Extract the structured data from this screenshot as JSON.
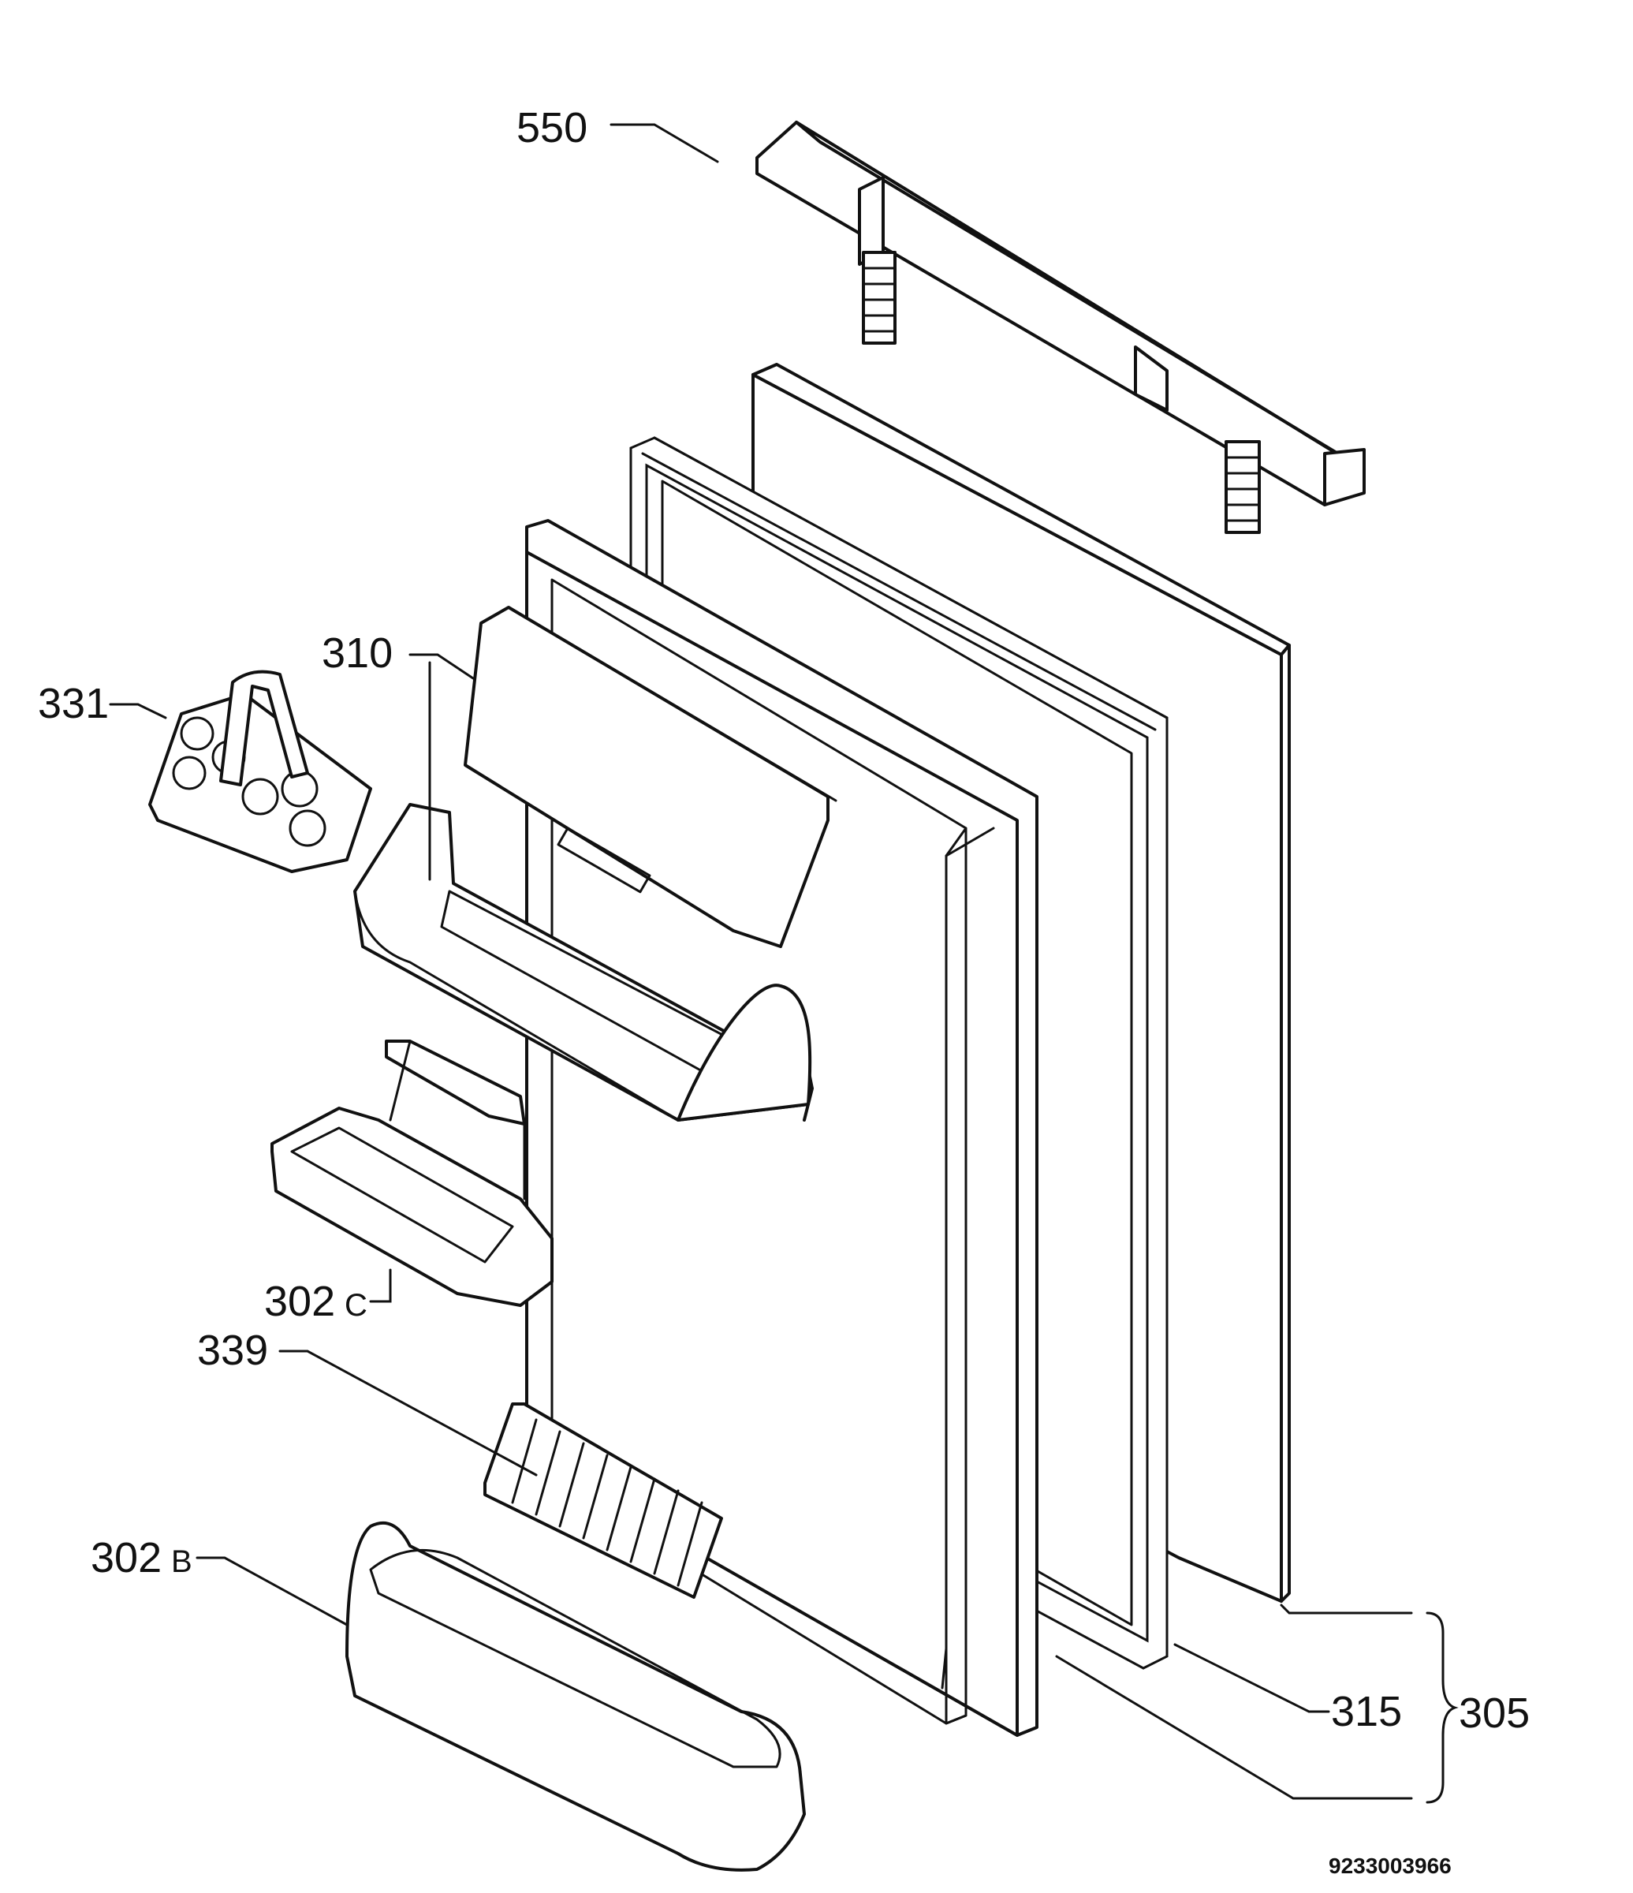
{
  "callouts": {
    "p550": "550",
    "p310": "310",
    "p331": "331",
    "p302c": "302",
    "p302c_suffix": "C",
    "p339": "339",
    "p302b": "302",
    "p302b_suffix": "B",
    "p315": "315",
    "p305": "305"
  },
  "document_number": "9233003966"
}
